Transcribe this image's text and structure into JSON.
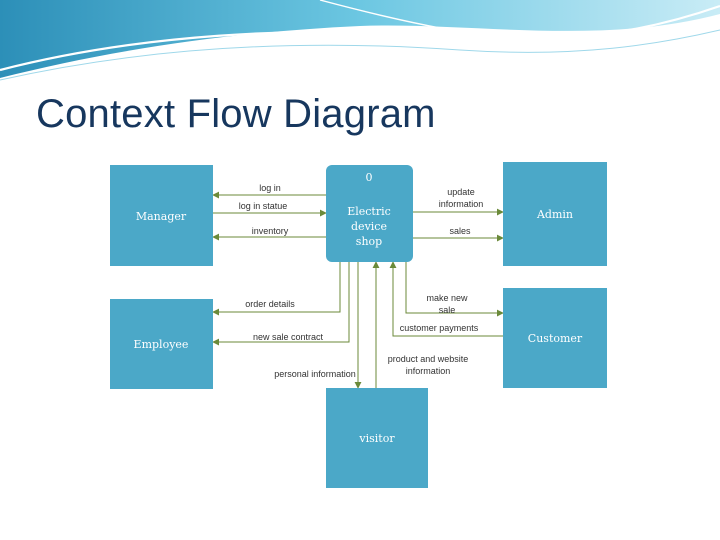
{
  "slide": {
    "title": "Context Flow Diagram"
  },
  "diagram": {
    "process": {
      "number": "0",
      "name_lines": [
        "Electric",
        "device",
        "shop"
      ]
    },
    "entities": {
      "manager": "Manager",
      "admin": "Admin",
      "employee": "Employee",
      "customer": "Customer",
      "visitor": "visitor"
    },
    "flows": {
      "log_in": "log in",
      "log_in_statue": "log in statue",
      "inventory": "inventory",
      "update_information": [
        "update",
        "information"
      ],
      "sales": "sales",
      "order_details": "order details",
      "new_sale_contract": "new sale contract",
      "make_new_sale": [
        "make new",
        "sale"
      ],
      "customer_payments": "customer payments",
      "personal_information": "personal information",
      "product_and_website_information": [
        "product and website",
        "information"
      ]
    },
    "colors": {
      "box": "#4ba8c8",
      "arrow": "#6b8a3a",
      "title": "#17375e"
    }
  }
}
